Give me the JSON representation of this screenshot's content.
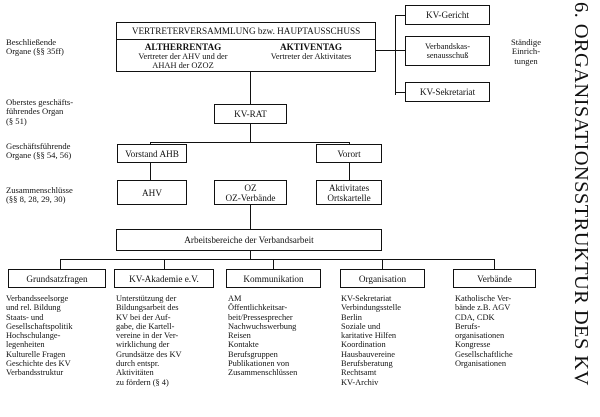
{
  "side_title": "6. ORGANISATIONSSTRUKTUR DES KV",
  "row_labels": {
    "beschliessende": "Beschließende\nOrgane (§§ 35ff)",
    "oberstes": "Oberstes geschäfts-\nführendes Organ\n(§ 51)",
    "geschaeftsfuehrende": "Geschäftsführende\nOrgane (§§ 54, 56)",
    "zusammenschluesse": "Zusammenschlüsse\n(§§ 8, 28, 29, 30)"
  },
  "vv": {
    "title": "VERTRETERVERSAMMLUNG bzw. HAUPTAUSSCHUSS",
    "altherrentag_title": "ALTHERRENTAG",
    "altherrentag_text": "Vertreter der AHV und der\nAHAH der OZOZ",
    "aktiventag_title": "AKTIVENTAG",
    "aktiventag_text": "Vertreter der Aktivitates"
  },
  "kv_gericht": "KV-Gericht",
  "verbandskassenausschuss": "Verbandskas-\nsenausschuß",
  "kv_sekretariat": "KV-Sekretariat",
  "staendige": "Ständige\nEinrich-\ntungen",
  "kv_rat": "KV-RAT",
  "vorstand_ahb": "Vorstand AHB",
  "vorort": "Vorort",
  "ahv": "AHV",
  "oz": "OZ\nOZ-Verbände",
  "aktivitates": "Aktivitates\nOrtskartelle",
  "arbeitsbereiche": "Arbeitsbereiche der Verbandsarbeit",
  "columns": [
    {
      "title": "Grundsatzfragen",
      "items": [
        "Verbandsseelsorge\nund rel. Bildung",
        "Staats- und\nGesellschaftspolitik",
        "Hochschulange-\nlegenheiten",
        "Kulturelle Fragen",
        "Geschichte des KV",
        "Verbandsstruktur"
      ]
    },
    {
      "title": "KV-Akademie e.V.",
      "items": [
        "Unterstützung der\nBildungsarbeit des\nKV bei der Auf-\ngabe, die Kartell-\nvereine in der Ver-\nwirklichung der\nGrundsätze des KV\ndurch entspr.\nAktivitäten\nzu fördern (§ 4)"
      ]
    },
    {
      "title": "Kommunikation",
      "items": [
        "AM",
        "Öffentlichkeitsar-\nbeit/Pressesprecher",
        "Nachwuchswerbung",
        "Reisen",
        "Kontakte\nBerufsgruppen",
        "Publikationen von\nZusammenschlüssen"
      ]
    },
    {
      "title": "Organisation",
      "items": [
        "KV-Sekretariat",
        "Verbindungsstelle\nBerlin",
        "Soziale und\nkaritative Hilfen",
        "Koordination",
        "Hausbauvereine",
        "Berufsberatung",
        "Rechtsamt",
        "KV-Archiv"
      ]
    },
    {
      "title": "Verbände",
      "items": [
        "Katholische Ver-\nbände z.B. AGV",
        "CDA, CDK",
        "Berufs-\norganisationen",
        "Kongresse",
        "Gesellschaftliche\nOrganisationen"
      ]
    }
  ]
}
